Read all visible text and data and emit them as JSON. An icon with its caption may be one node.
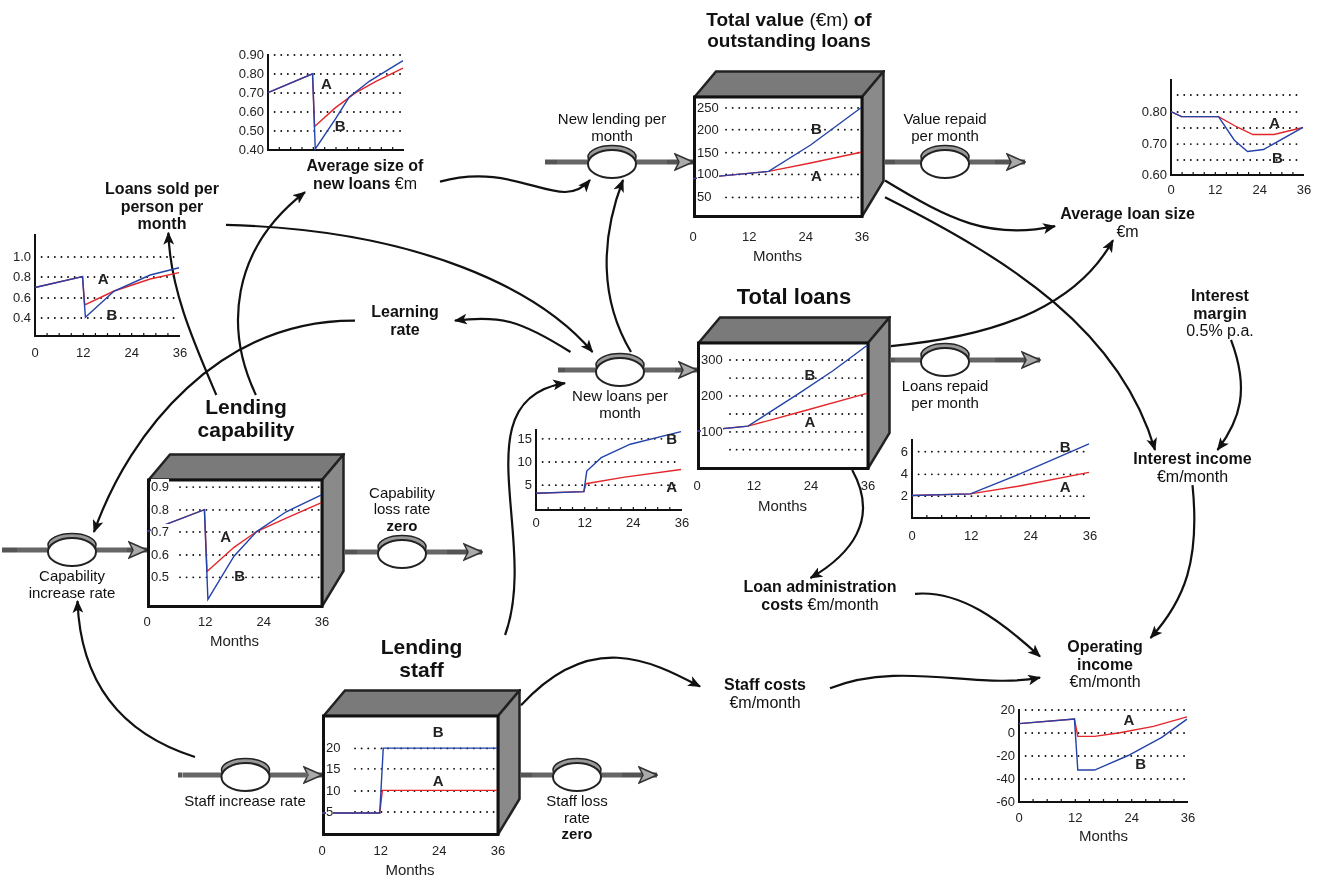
{
  "diagram": {
    "nodes": [
      {
        "text": [
          "**Total value** (€m) **of outstanding loans**"
        ]
      },
      {
        "text": [
          "New lending per month"
        ]
      },
      {
        "text": [
          "Value repaid per month"
        ]
      },
      {
        "text": [
          "**Average size of new loans** €m"
        ]
      },
      {
        "text": [
          "Loans sold per person per month"
        ]
      },
      {
        "text": [
          "Learning rate"
        ]
      },
      {
        "text": [
          "Total loans"
        ]
      },
      {
        "text": [
          "New loans per month"
        ]
      },
      {
        "text": [
          "Loans repaid per month"
        ]
      },
      {
        "text": [
          "**Average loan size** €m"
        ]
      },
      {
        "text": [
          "Interest margin",
          "0.5% p.a."
        ]
      },
      {
        "text": [
          "Interest income",
          "€m/month"
        ]
      },
      {
        "text": [
          "Lending capability"
        ]
      },
      {
        "text": [
          "Capability increase rate"
        ]
      },
      {
        "text": [
          "Capability loss rate",
          "zero"
        ]
      },
      {
        "text": [
          "**Loan administration costs** €m/month"
        ]
      },
      {
        "text": [
          "Lending staff"
        ]
      },
      {
        "text": [
          "Staff increase rate"
        ]
      },
      {
        "text": [
          "Staff loss rate",
          "zero"
        ]
      },
      {
        "text": [
          "Staff costs",
          "€m/month"
        ]
      },
      {
        "text": [
          "Operating income",
          "€m/month"
        ]
      }
    ],
    "edges": [
      {
        "from": null,
        "to": 1,
        "arrow": "none",
        "style": "thick"
      },
      {
        "from": 1,
        "to": 0,
        "arrow": "to",
        "style": "thick"
      },
      {
        "from": 0,
        "to": 2,
        "arrow": "none",
        "style": "thick"
      },
      {
        "from": 2,
        "to": null,
        "arrow": "to",
        "style": "thick"
      },
      {
        "from": null,
        "to": 7,
        "arrow": "none",
        "style": "thick"
      },
      {
        "from": 7,
        "to": 6,
        "arrow": "to",
        "style": "thick"
      },
      {
        "from": 6,
        "to": 8,
        "arrow": "none",
        "style": "thick"
      },
      {
        "from": 8,
        "to": null,
        "arrow": "to",
        "style": "thick"
      },
      {
        "from": null,
        "to": 13,
        "arrow": "none",
        "style": "thick"
      },
      {
        "from": 13,
        "to": 12,
        "arrow": "to",
        "style": "thick"
      },
      {
        "from": 12,
        "to": 14,
        "arrow": "none",
        "style": "thick"
      },
      {
        "from": 14,
        "to": null,
        "arrow": "to",
        "style": "thick"
      },
      {
        "from": null,
        "to": 17,
        "arrow": "none",
        "style": "thick"
      },
      {
        "from": 17,
        "to": 16,
        "arrow": "to",
        "style": "thick"
      },
      {
        "from": 16,
        "to": 18,
        "arrow": "none",
        "style": "thick"
      },
      {
        "from": 18,
        "to": null,
        "arrow": "to",
        "style": "thick"
      },
      {
        "from": 3,
        "to": 1,
        "arrow": "to"
      },
      {
        "from": 12,
        "to": 4,
        "arrow": "to"
      },
      {
        "from": 12,
        "to": 3,
        "arrow": "to"
      },
      {
        "from": 4,
        "to": 7,
        "arrow": "to"
      },
      {
        "from": 7,
        "to": 5,
        "arrow": "to"
      },
      {
        "from": 5,
        "to": 13,
        "arrow": "to"
      },
      {
        "from": 7,
        "to": 1,
        "arrow": "to"
      },
      {
        "from": 0,
        "to": 9,
        "arrow": "to"
      },
      {
        "from": 0,
        "to": 11,
        "arrow": "to"
      },
      {
        "from": 6,
        "to": 9,
        "arrow": "to"
      },
      {
        "from": 10,
        "to": 11,
        "arrow": "to"
      },
      {
        "from": 11,
        "to": 20,
        "arrow": "to"
      },
      {
        "from": 6,
        "to": 15,
        "arrow": "to"
      },
      {
        "from": 15,
        "to": 20,
        "arrow": "to"
      },
      {
        "from": 16,
        "to": 19,
        "arrow": "to"
      },
      {
        "from": 19,
        "to": 20,
        "arrow": "to"
      },
      {
        "from": 16,
        "to": 7,
        "arrow": "to"
      },
      {
        "from": 17,
        "to": 13,
        "arrow": "to"
      }
    ],
    "labels": [
      "0.90",
      "0.80",
      "0.70",
      "0.60",
      "0.50",
      "0.40",
      "A",
      "B",
      "250",
      "200",
      "150",
      "100",
      "50",
      "0",
      "12",
      "24",
      "36",
      "Months",
      "A",
      "B",
      "0.80",
      "0.70",
      "0.60",
      "0",
      "12",
      "24",
      "36",
      "A",
      "B",
      "1.0",
      "0.8",
      "0.6",
      "0.4",
      "0",
      "12",
      "24",
      "36",
      "A",
      "B",
      "15",
      "10",
      "5",
      "0",
      "12",
      "24",
      "36",
      "A",
      "B",
      "300",
      "200",
      "100",
      "0",
      "12",
      "24",
      "36",
      "Months",
      "A",
      "B",
      "6",
      "4",
      "2",
      "0",
      "12",
      "24",
      "36",
      "A",
      "B",
      "0.9",
      "0.8",
      "0.7",
      "0.6",
      "0.5",
      "0",
      "12",
      "24",
      "36",
      "Months",
      "A",
      "B",
      "20",
      "0",
      "-20",
      "-40",
      "-60",
      "0",
      "12",
      "24",
      "36",
      "Months",
      "A",
      "B",
      "20",
      "15",
      "10",
      "5",
      "0",
      "12",
      "24",
      "36",
      "Months",
      "A",
      "B"
    ]
  }
}
